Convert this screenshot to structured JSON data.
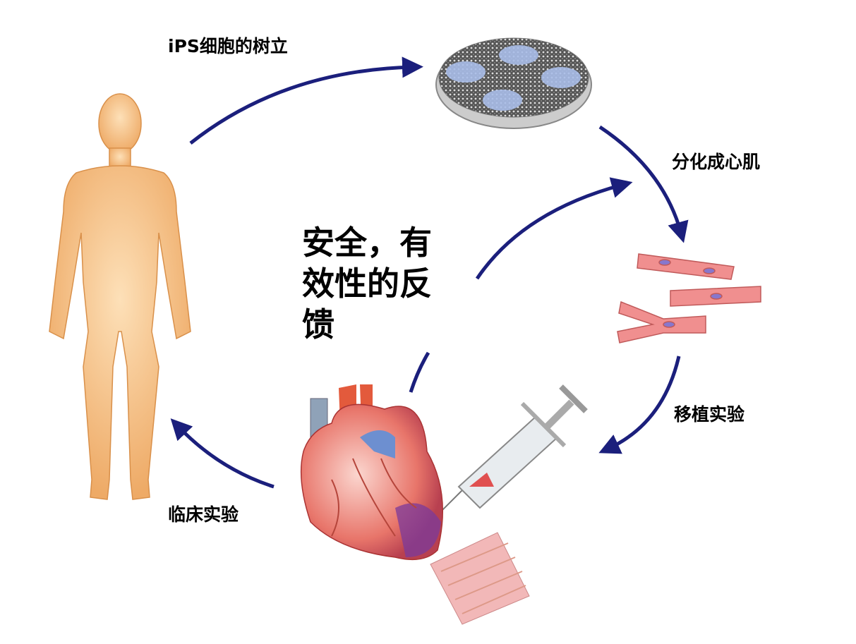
{
  "labels": {
    "ips": "iPS细胞的树立",
    "differentiate": "分化成心肌",
    "transplant": "移植实验",
    "clinical": "临床实验"
  },
  "feedback": {
    "line1": "安全，有",
    "line2": "效性的反",
    "line3": "馈"
  },
  "colors": {
    "arrow": "#1b1f7c",
    "skin": "#f6c48a",
    "muscle": "#e88a8a"
  }
}
